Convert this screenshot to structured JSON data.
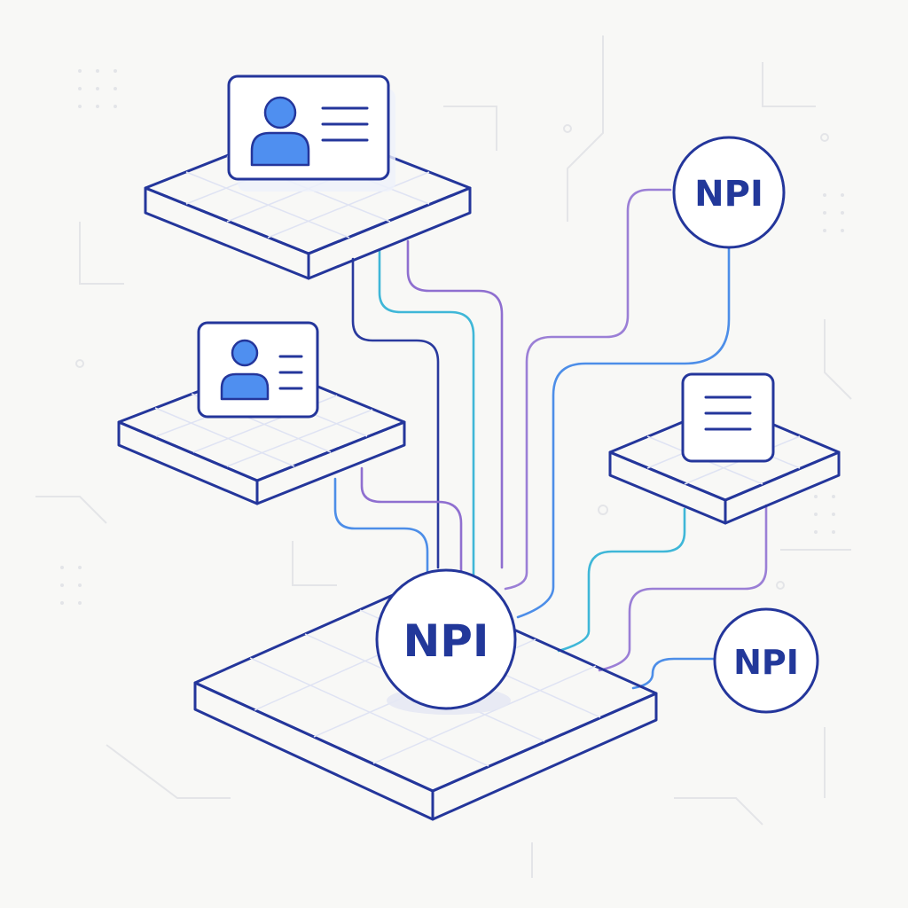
{
  "labels": {
    "npi_top": "NPI",
    "npi_center": "NPI",
    "npi_right": "NPI"
  },
  "colors": {
    "outline": "#24369b",
    "platform_top": "#f6f7fd",
    "platform_side": "#e6e8f6",
    "grid": "#dfe3f3",
    "avatar": "#4f8ff0",
    "wire_navy": "#2a3a9e",
    "wire_cyan": "#3fb7d8",
    "wire_purple": "#8f6fd0",
    "wire_blue": "#4d8ee8",
    "background": "#f8f8f6"
  },
  "icons": [
    "profile-card-icon",
    "document-icon",
    "npi-badge-icon"
  ]
}
